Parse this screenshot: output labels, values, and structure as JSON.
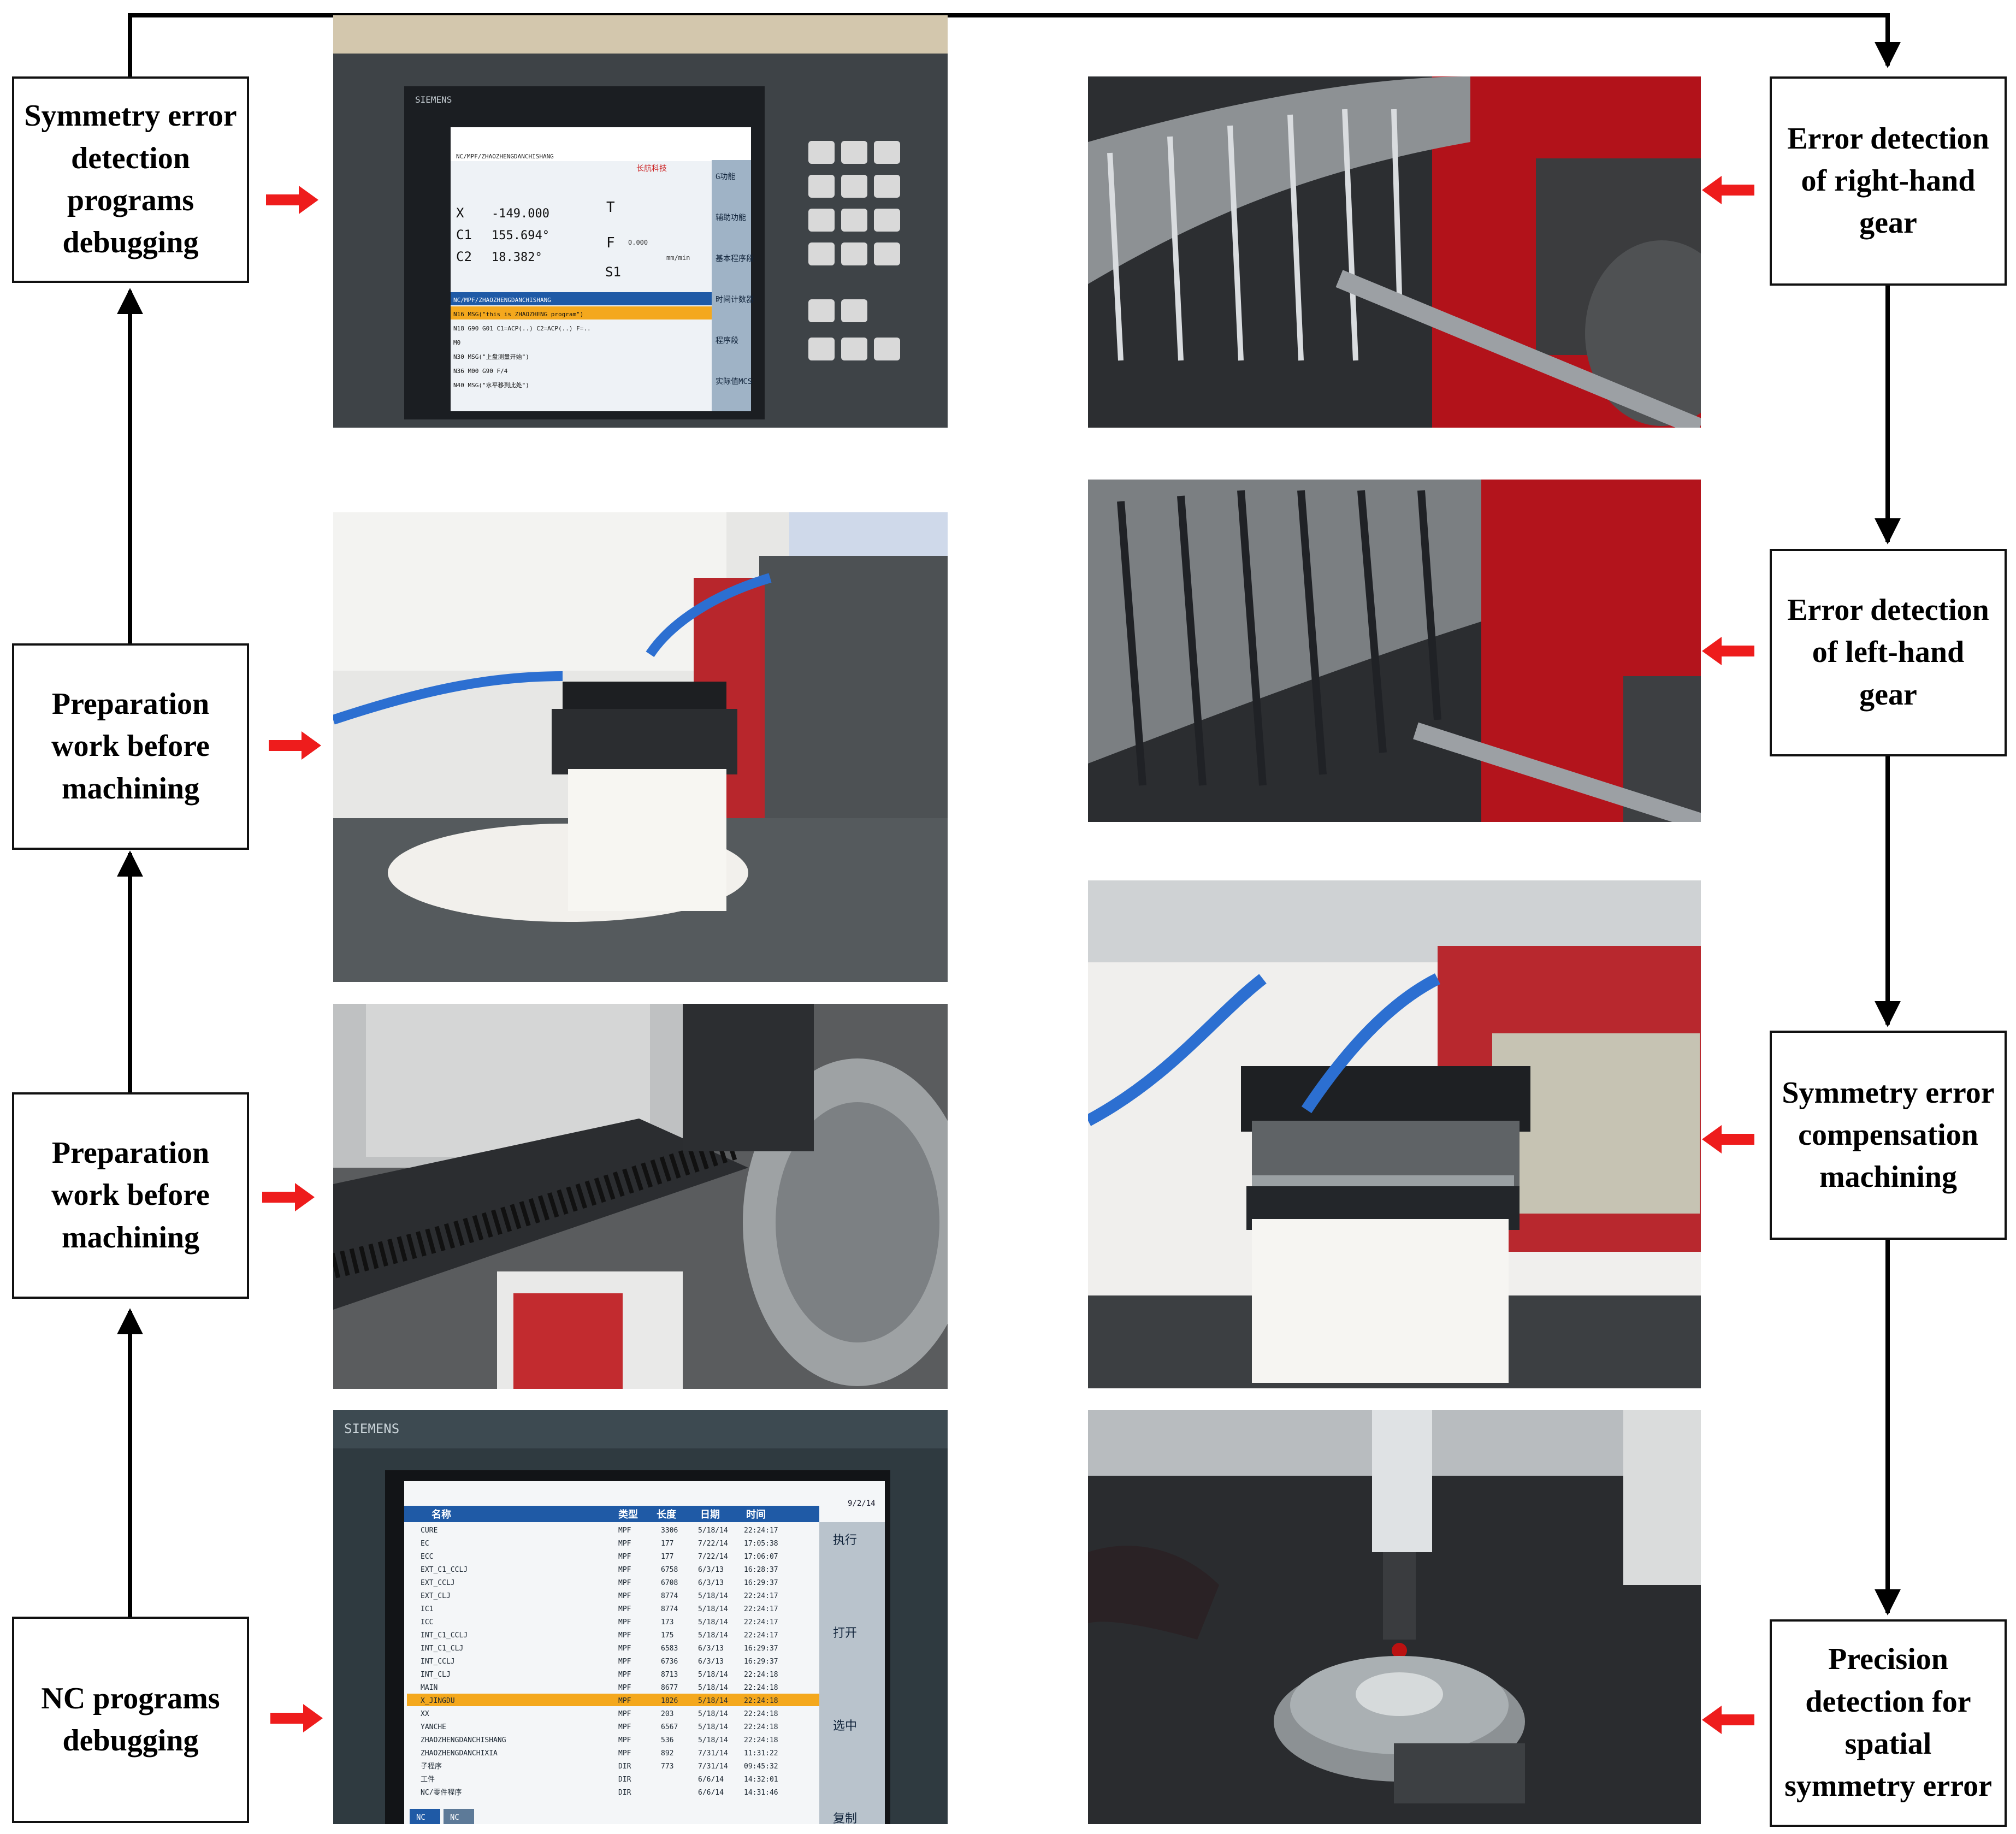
{
  "colors": {
    "flow_line": "#000000",
    "pointer_arrow": "#ee1c1c",
    "box_border": "#111111"
  },
  "left_steps": [
    {
      "id": "symmetry-debug",
      "label": "Symmetry error detection programs debugging"
    },
    {
      "id": "prep-1",
      "label": "Preparation work before machining"
    },
    {
      "id": "prep-2",
      "label": "Preparation work before machining"
    },
    {
      "id": "nc-debug",
      "label": "NC programs debugging"
    }
  ],
  "right_steps": [
    {
      "id": "right-hand",
      "label": "Error detection of right-hand gear"
    },
    {
      "id": "left-hand",
      "label": "Error detection of left-hand gear"
    },
    {
      "id": "compensation",
      "label": "Symmetry error compensation machining"
    },
    {
      "id": "precision",
      "label": "Precision detection for spatial symmetry error"
    }
  ],
  "screens": {
    "top": {
      "brand": "SIEMENS",
      "path": "NC/MPF/ZHAOZHENGDANCHISHANG",
      "company": "长航科技",
      "axes": [
        {
          "axis": "X",
          "value": "-149.000"
        },
        {
          "axis": "C1",
          "value": "155.694°"
        },
        {
          "axis": "C2",
          "value": "18.382°"
        }
      ],
      "tool_label": "T",
      "feed_label": "F",
      "spindle_label": "S1",
      "feed_value": "0.000",
      "feed_unit": "mm/min",
      "softkeys": [
        "G功能",
        "辅助功能",
        "基本程序段",
        "时间计数器",
        "程序段",
        "实际值MCS"
      ],
      "program_lines": [
        "NC/MPF/ZHAOZHENGDANCHISHANG",
        "N16 MSG(\"this is ZHAOZHENG program\")",
        "N18 G90 G01 C1=ACP(..) C2=ACP(..) F=..",
        "M0",
        "N30 MSG(\"上盘测量开始\")",
        "N36 M00 G90 F/4",
        "N40 MSG(\"水平移到此处\")"
      ]
    },
    "bottom": {
      "brand": "SIEMENS",
      "headers": [
        "名称",
        "类型",
        "长度",
        "日期",
        "时间"
      ],
      "date": "9/2/14",
      "rows": [
        [
          "CURE",
          "MPF",
          "3306",
          "5/18/14",
          "22:24:17"
        ],
        [
          "EC",
          "MPF",
          "177",
          "7/22/14",
          "17:05:38"
        ],
        [
          "ECC",
          "MPF",
          "177",
          "7/22/14",
          "17:06:07"
        ],
        [
          "EXT_C1_CCLJ",
          "MPF",
          "6758",
          "6/3/13",
          "16:28:37"
        ],
        [
          "EXT_CCLJ",
          "MPF",
          "6708",
          "6/3/13",
          "16:29:37"
        ],
        [
          "EXT_CLJ",
          "MPF",
          "8774",
          "5/18/14",
          "22:24:17"
        ],
        [
          "IC1",
          "MPF",
          "8774",
          "5/18/14",
          "22:24:17"
        ],
        [
          "ICC",
          "MPF",
          "173",
          "5/18/14",
          "22:24:17"
        ],
        [
          "INT_C1_CCLJ",
          "MPF",
          "175",
          "5/18/14",
          "22:24:17"
        ],
        [
          "INT_C1_CLJ",
          "MPF",
          "6583",
          "6/3/13",
          "16:29:37"
        ],
        [
          "INT_CCLJ",
          "MPF",
          "6736",
          "6/3/13",
          "16:29:37"
        ],
        [
          "INT_CLJ",
          "MPF",
          "8713",
          "5/18/14",
          "22:24:18"
        ],
        [
          "MAIN",
          "MPF",
          "8677",
          "5/18/14",
          "22:24:18"
        ],
        [
          "X_JINGDU",
          "MPF",
          "1826",
          "5/18/14",
          "22:24:18"
        ],
        [
          "XX",
          "MPF",
          "203",
          "5/18/14",
          "22:24:18"
        ],
        [
          "YANCHE",
          "MPF",
          "6567",
          "5/18/14",
          "22:24:18"
        ],
        [
          "ZHAOZHENGDANCHISHANG",
          "MPF",
          "536",
          "5/18/14",
          "22:24:18"
        ],
        [
          "ZHAOZHENGDANCHIXIA",
          "MPF",
          "892",
          "7/31/14",
          "11:31:22"
        ],
        [
          "子程序",
          "DIR",
          "773",
          "7/31/14",
          "09:45:32"
        ],
        [
          "工件",
          "DIR",
          "",
          "6/6/14",
          "14:32:01"
        ],
        [
          "NC/零件程序",
          "DIR",
          "",
          "6/6/14",
          "14:31:46"
        ]
      ],
      "highlight_row": 13,
      "softkeys": [
        "执行",
        "打开",
        "选中",
        "复制"
      ],
      "tabs": [
        "NC",
        "NC"
      ]
    }
  }
}
